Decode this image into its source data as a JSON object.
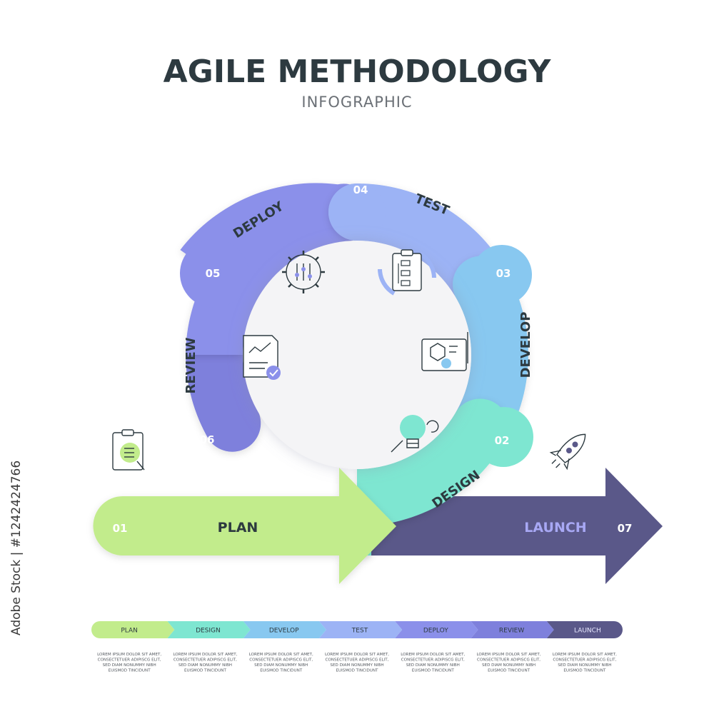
{
  "header": {
    "title": "AGILE METHODOLOGY",
    "subtitle": "INFOGRAPHIC"
  },
  "side_caption": "Adobe Stock | #1242424766",
  "steps": [
    {
      "number": "01",
      "label": "PLAN",
      "color": "#c2ec8c",
      "number_color": "#ffffff",
      "label_color": "#2d3a40",
      "icon": "clipboard-checklist-icon"
    },
    {
      "number": "02",
      "label": "DESIGN",
      "color": "#7ee6d1",
      "number_color": "#ffffff",
      "label_color": "#2d3a40",
      "icon": "lightbulb-icon"
    },
    {
      "number": "03",
      "label": "DEVELOP",
      "color": "#88c8f0",
      "number_color": "#ffffff",
      "label_color": "#2d3a40",
      "icon": "blueprint-gear-icon"
    },
    {
      "number": "04",
      "label": "TEST",
      "color": "#9cb3f5",
      "number_color": "#ffffff",
      "label_color": "#2d3a40",
      "icon": "clipboard-cycle-icon"
    },
    {
      "number": "05",
      "label": "DEPLOY",
      "color": "#8b90ea",
      "number_color": "#ffffff",
      "label_color": "#2d3a40",
      "icon": "gear-sliders-icon"
    },
    {
      "number": "06",
      "label": "REVIEW",
      "color": "#7e80dc",
      "number_color": "#ffffff",
      "label_color": "#2d3a40",
      "icon": "report-check-icon"
    },
    {
      "number": "07",
      "label": "LAUNCH",
      "color": "#5a5889",
      "number_color": "#ffffff",
      "label_color": "#a8a8f4",
      "icon": "rocket-icon"
    }
  ],
  "bottom_bar": {
    "items": [
      "PLAN",
      "DESIGN",
      "DEVELOP",
      "TEST",
      "DEPLOY",
      "REVIEW",
      "LAUNCH"
    ],
    "colors": [
      "#c2ec8c",
      "#7ee6d1",
      "#88c8f0",
      "#9cb3f5",
      "#8b90ea",
      "#7e80dc",
      "#5a5889"
    ],
    "text_colors": [
      "#2d3a40",
      "#2d3a40",
      "#2d3a40",
      "#2d3a40",
      "#2d3a40",
      "#2d3a40",
      "#e8e8ff"
    ],
    "description": [
      "LOREM IPSUM DOLOR SIT AMET,",
      "CONSECTETUER ADIPISCG ELIT,",
      "SED DIAM NONUMMY NIBH",
      "EUISMOD TINCIDUNT"
    ]
  },
  "colors": {
    "title": "#2d3a40",
    "subtitle": "#6b7076",
    "inner_circle": "#f4f4f6",
    "icon_stroke": "#2d3a40"
  }
}
